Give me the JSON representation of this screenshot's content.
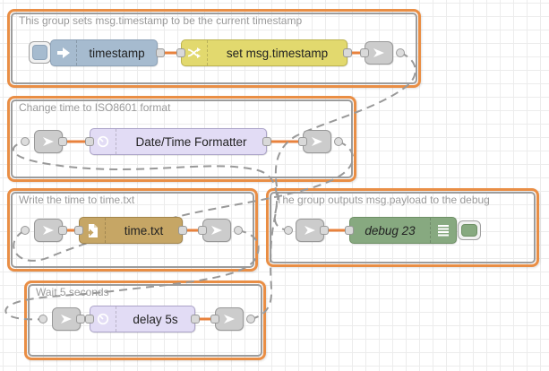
{
  "groups": [
    {
      "label": "This group sets msg.timestamp to be the current timestamp"
    },
    {
      "label": "Change time to ISO8601 format"
    },
    {
      "label": "Write the time to time.txt"
    },
    {
      "label": "The group outputs msg.payload to the debug"
    },
    {
      "label": "Wait 5 seconds"
    }
  ],
  "nodes": {
    "inject": {
      "label": "timestamp",
      "color": "#A6BBCF",
      "icon": "inject-arrow-icon"
    },
    "change": {
      "label": "set msg.timestamp",
      "color": "#E2D96E",
      "icon": "shuffle-icon"
    },
    "datetime": {
      "label": "Date/Time Formatter",
      "color": "#E2DCF5",
      "icon": "clock-icon"
    },
    "file": {
      "label": "time.txt",
      "color": "#C6A665",
      "icon": "file-out-icon"
    },
    "debug": {
      "label": "debug 23",
      "color": "#87A980",
      "icon": "list-icon"
    },
    "delay": {
      "label": "delay 5s",
      "color": "#E2DCF5",
      "icon": "clock-icon"
    }
  },
  "colors": {
    "group_border": "#E98E45",
    "group_inner_border": "#9c9c9c",
    "wire": "#E8823D",
    "link_wire": "#999999",
    "port": "#D9D9D9",
    "link_node": "#cccccc",
    "grid": "#ececec"
  }
}
